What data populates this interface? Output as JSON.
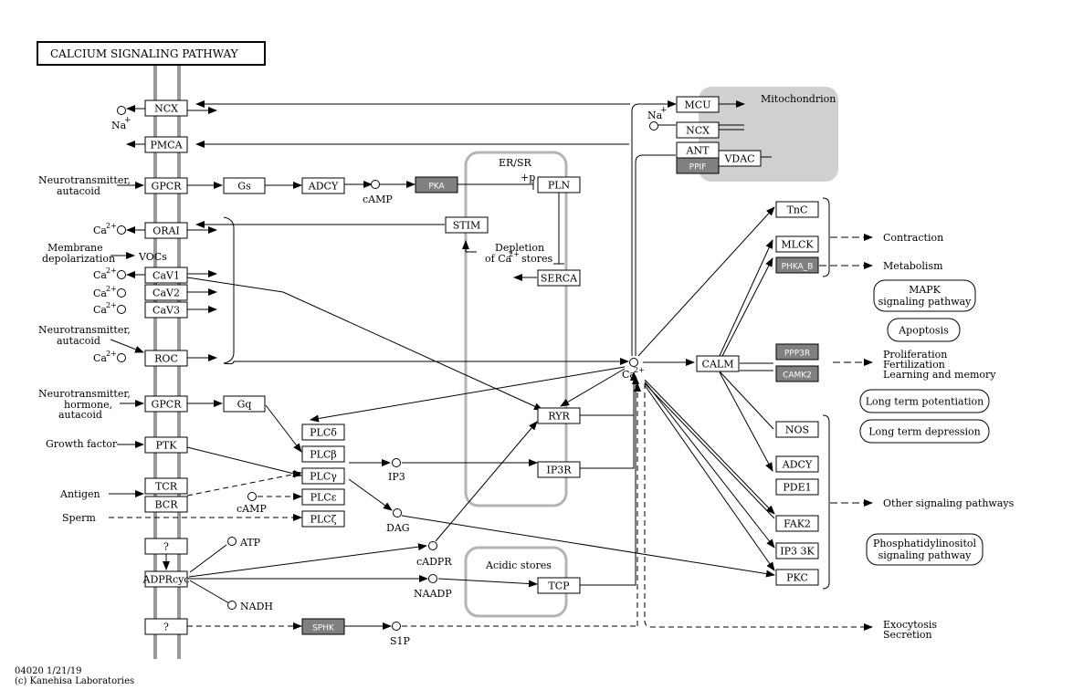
{
  "title": "CALCIUM SIGNALING PATHWAY",
  "footer": {
    "map_id": "04020 1/21/19",
    "copyright": "(c) Kanehisa Laboratories"
  },
  "compartments": {
    "mito": "Mitochondrion",
    "er": "ER/SR",
    "acidic": "Acidic stores"
  },
  "nodes": {
    "ncx1": "NCX",
    "pmca": "PMCA",
    "gpcr1": "GPCR",
    "gs": "Gs",
    "adcy1": "ADCY",
    "pka": "PKA",
    "pln": "PLN",
    "stim": "STIM",
    "orai": "ORAI",
    "serca": "SERCA",
    "cav1": "CaV1",
    "cav2": "CaV2",
    "cav3": "CaV3",
    "roc": "ROC",
    "gpcr2": "GPCR",
    "gq": "Gq",
    "ptk": "PTK",
    "tcr": "TCR",
    "bcr": "BCR",
    "q1": "?",
    "adprc": "ADPRcyc",
    "q2": "?",
    "sphk": "SPHK",
    "plcd": "PLCδ",
    "plcb": "PLCβ",
    "plcg": "PLCγ",
    "plce": "PLCε",
    "plcz": "PLCζ",
    "ryr": "RYR",
    "ip3r": "IP3R",
    "tcp": "TCP",
    "mcu": "MCU",
    "ncx2": "NCX",
    "ant": "ANT",
    "ppif": "PPIF",
    "vdac": "VDAC",
    "calm": "CALM",
    "tnc": "TnC",
    "mlck": "MLCK",
    "phka": "PHKA_B",
    "ppp3r": "PPP3R",
    "camk2": "CAMK2",
    "nos": "NOS",
    "adcy2": "ADCY",
    "pde1": "PDE1",
    "fak2": "FAK2",
    "ip33k": "IP3 3K",
    "pkc": "PKC"
  },
  "pathways": {
    "mapk": [
      "MAPK",
      "signaling pathway"
    ],
    "apoptosis": "Apoptosis",
    "ltp": "Long term potentiation",
    "ltd": "Long term depression",
    "pi": [
      "Phosphatidylinositol",
      "signaling pathway"
    ]
  },
  "outcomes": {
    "contraction": "Contraction",
    "metabolism": "Metabolism",
    "prolif": [
      "Proliferation",
      "Fertilization",
      "Learning and memory"
    ],
    "other": "Other signaling pathways",
    "exo": [
      "Exocytosis",
      "Secretion"
    ]
  },
  "inputs": {
    "nt1": [
      "Neurotransmitter,",
      "autacoid"
    ],
    "membrane": [
      "Membrane",
      "depolarization"
    ],
    "vocs": "VOCs",
    "nt2": [
      "Neurotransmitter,",
      "autacoid"
    ],
    "nt3": [
      "Neurotransmitter,",
      "hormone,",
      "autacoid"
    ],
    "growth": "Growth factor",
    "antigen": "Antigen",
    "sperm": "Sperm"
  },
  "compounds": {
    "na1": "Na",
    "na2": "Na",
    "plus": "+",
    "ca": "Ca",
    "ca_sup": "2+",
    "camp1": "cAMP",
    "camp2": "cAMP",
    "ip3": "IP3",
    "dag": "DAG",
    "cadpr": "cADPR",
    "naadp": "NAADP",
    "atp": "ATP",
    "nadh": "NADH",
    "s1p": "S1P",
    "p": "+p",
    "depletion1": "Depletion",
    "depletion2": "of Ca",
    "depletion3": "stores"
  },
  "colors": {
    "membrane": "#999999",
    "compartment": "#c8c8c8",
    "mito": "#d0d0d0",
    "enzyme_fill": "#808080"
  }
}
